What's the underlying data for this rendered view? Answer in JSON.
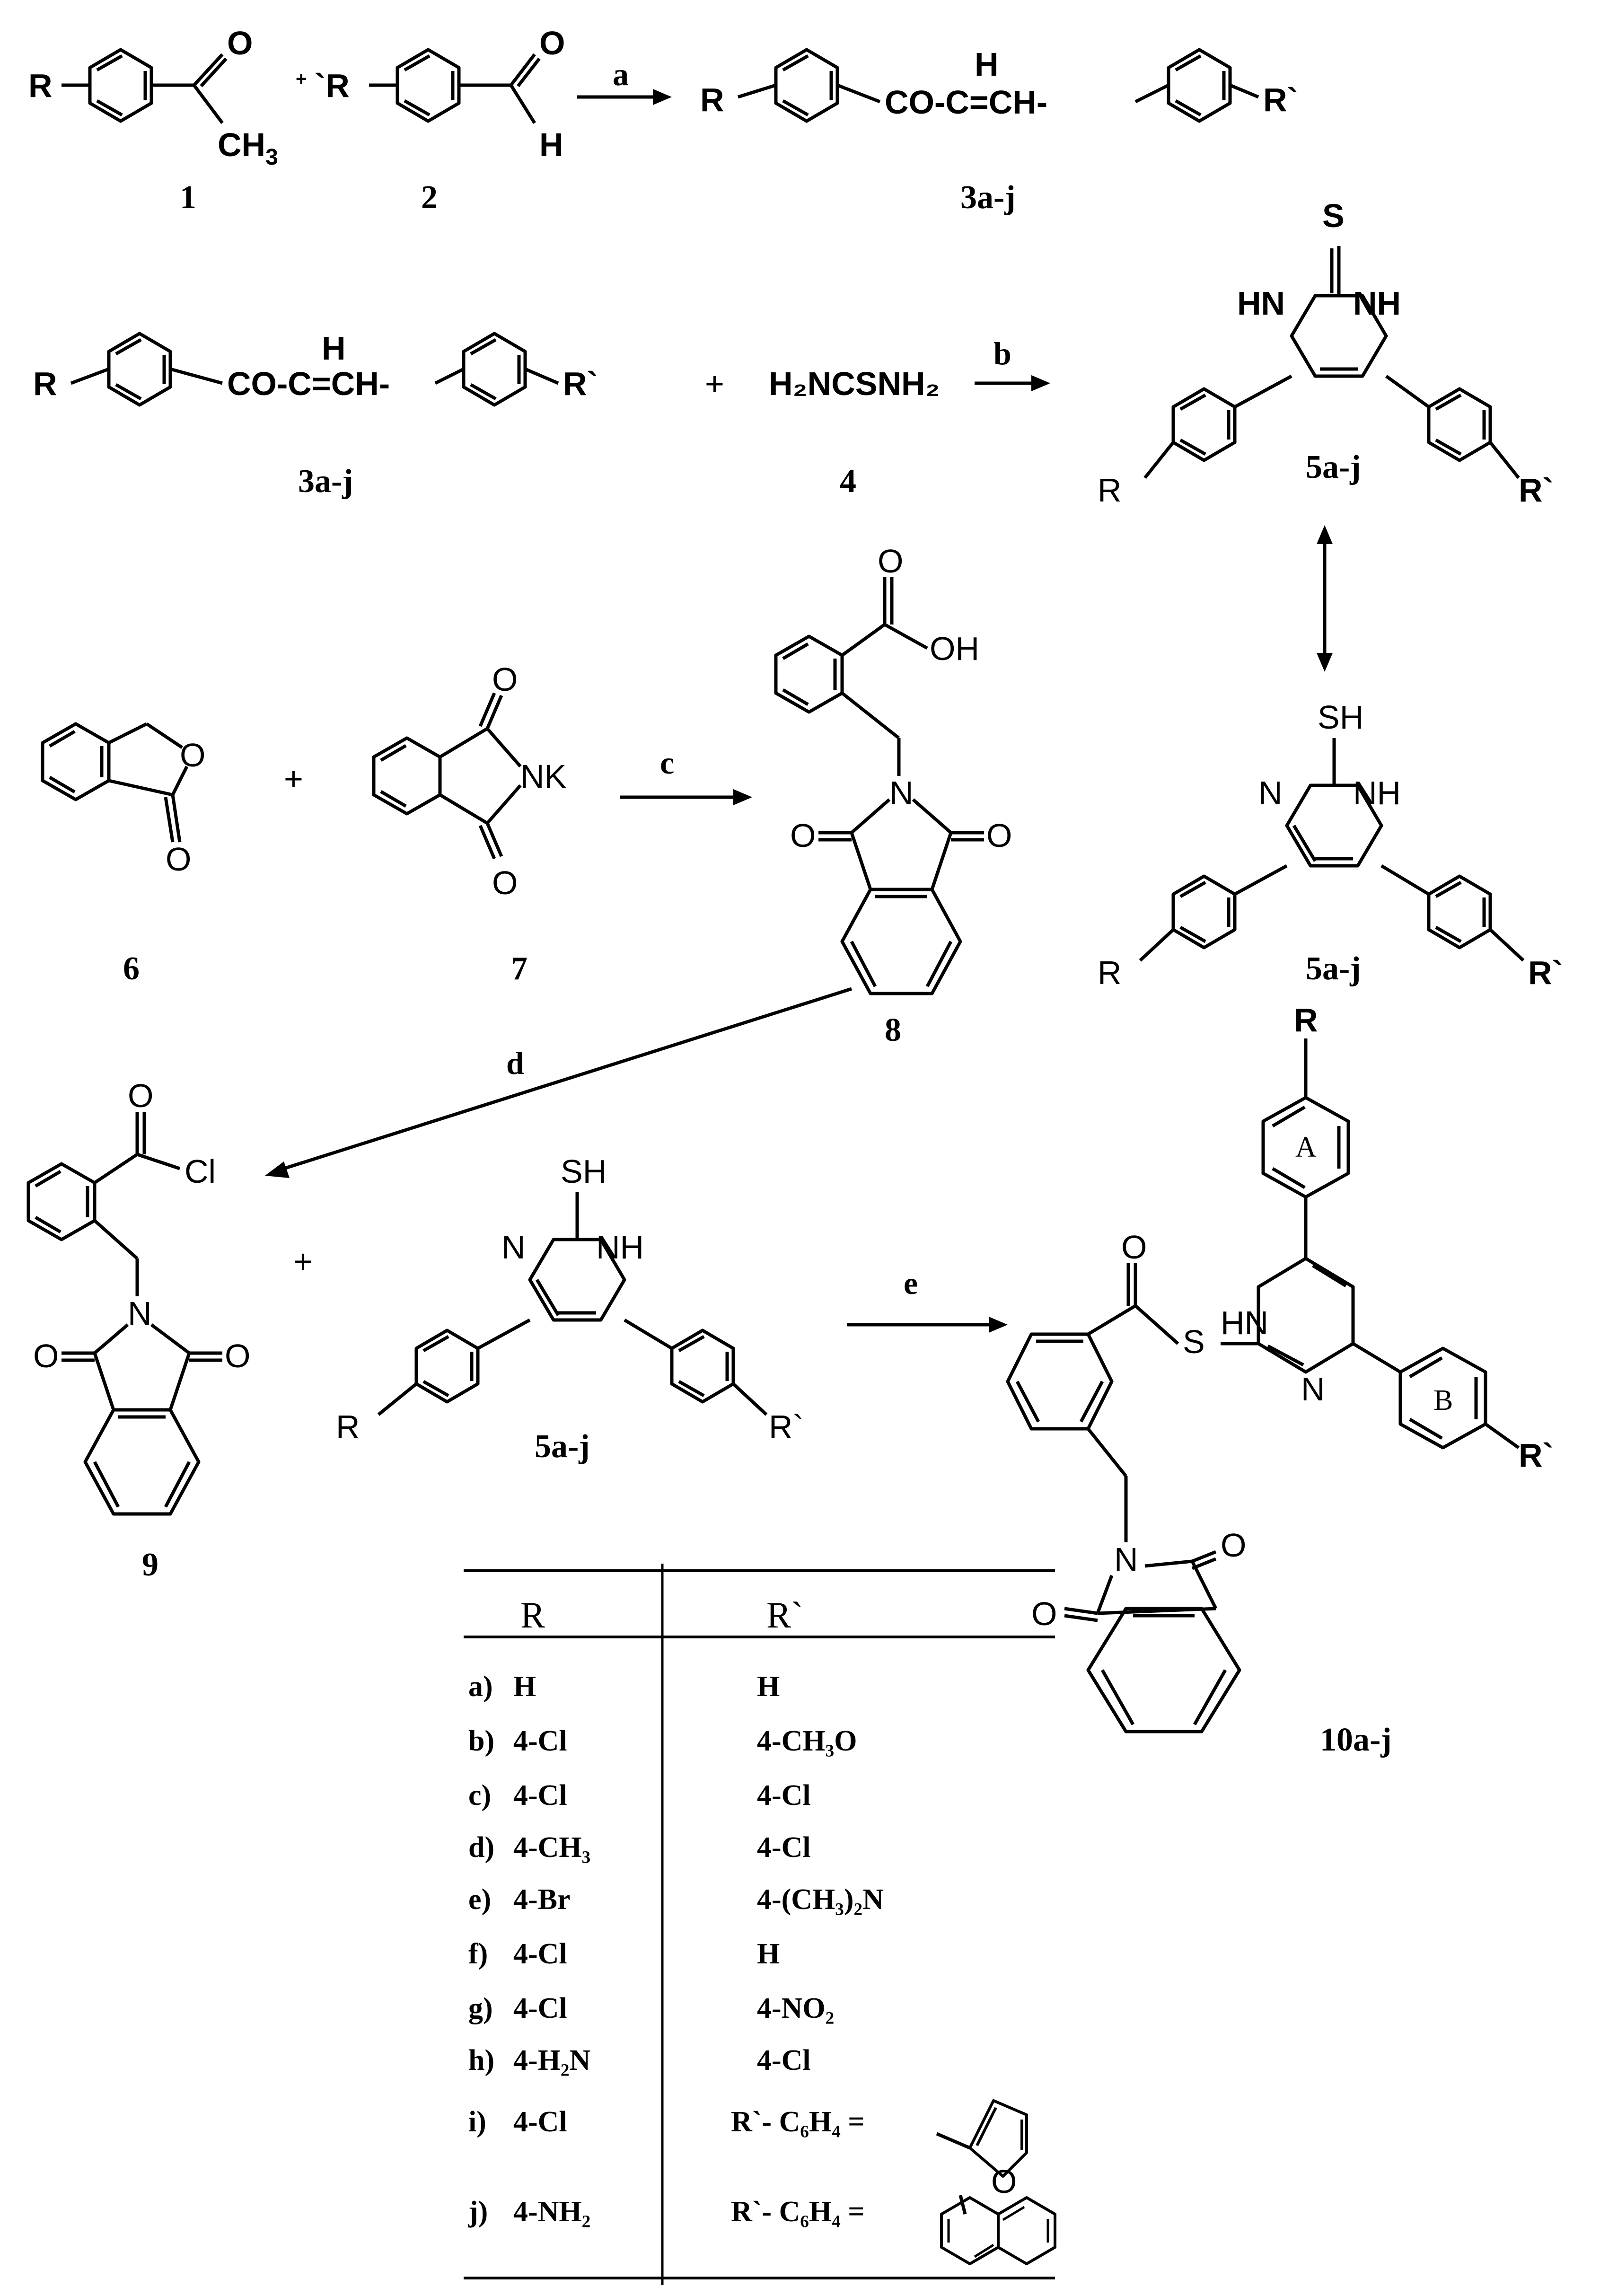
{
  "compounds": {
    "c1": "1",
    "c2": "2",
    "c3": "3a-j",
    "c4": "4",
    "c5": "5a-j",
    "c6": "6",
    "c7": "7",
    "c8": "8",
    "c9": "9",
    "c10": "10a-j"
  },
  "conditions": {
    "a": "a",
    "b": "b",
    "c": "c",
    "d": "d",
    "e": "e"
  },
  "atoms": {
    "R": "R",
    "Rp": "R`",
    "Rp_alt": "`R",
    "O": "O",
    "H": "H",
    "S": "S",
    "SH": "SH",
    "N": "N",
    "NH": "NH",
    "HN": "HN",
    "NK": "NK",
    "OH": "OH",
    "Cl": "Cl",
    "CH3": "CH",
    "sub3": "3",
    "chain1": "CO-C=CH-",
    "thiourea": "H₂NCSNH₂",
    "ringA": "A",
    "ringB": "B"
  },
  "table": {
    "header_R": "R",
    "header_Rp": "R`",
    "rows": [
      {
        "id": "a)",
        "R": "H",
        "Rp": "H"
      },
      {
        "id": "b)",
        "R": "4-Cl",
        "Rp": "4-CH₃O"
      },
      {
        "id": "c)",
        "R": "4-Cl",
        "Rp": "4-Cl"
      },
      {
        "id": "d)",
        "R": "4-CH₃",
        "Rp": "4-Cl"
      },
      {
        "id": "e)",
        "R": "4-Br",
        "Rp": "4-(CH₃)₂N"
      },
      {
        "id": "f)",
        "R": "4-Cl",
        "Rp": "H"
      },
      {
        "id": "g)",
        "R": "4-Cl",
        "Rp": "4-NO₂"
      },
      {
        "id": "h)",
        "R": "4-H₂N",
        "Rp": "4-Cl"
      },
      {
        "id": "i)",
        "R": "4-Cl",
        "Rp": "R`- C₆H₄ ="
      },
      {
        "id": "j)",
        "R": "4-NH₂",
        "Rp": "R`- C₆H₄ ="
      }
    ]
  }
}
